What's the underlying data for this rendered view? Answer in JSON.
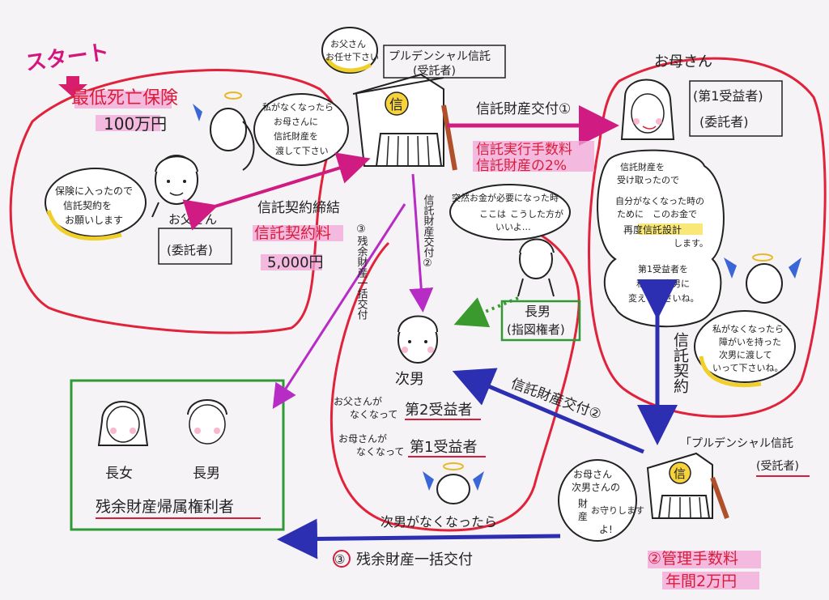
{
  "start": {
    "label": "スタート"
  },
  "insurance": {
    "line1": "最低死亡保険",
    "line2": "100万円"
  },
  "father": {
    "name": "お父さん",
    "role": "(委託者)",
    "speech": [
      "保険に入ったので",
      "信託契約を",
      "お願いします"
    ]
  },
  "father_angel": {
    "speech": [
      "私がなくなったら",
      "お母さんに",
      "信託財産を",
      "渡して下さい"
    ]
  },
  "trust_top": {
    "name": "プルデンシャル信託",
    "role": "(受託者)",
    "badge": "信",
    "speech": [
      "お父さん",
      "お任せ下さい"
    ]
  },
  "contract": {
    "label": "信託契約締結",
    "fee_label": "信託契約料",
    "fee_amount": "5,000円"
  },
  "transfer1": {
    "label": "信託財産交付①",
    "fee1": "信託実行手数料",
    "fee2": "信託財産の2%"
  },
  "mother": {
    "name": "お母さん",
    "role1": "(第1受益者)",
    "role2": "(委託者)",
    "speech": [
      "信託財産を",
      "受け取ったので",
      "自分がなくなった時の",
      "ために　このお金で",
      "再度信託設計",
      "します。",
      "第1受益者を",
      "私から次男に",
      "変えて下さいね。"
    ]
  },
  "mother_angel": {
    "speech": [
      "私がなくなったら",
      "障がいを持った",
      "次男に渡して",
      "いって下さいね。"
    ]
  },
  "eldest_son_top": {
    "name": "長男",
    "role": "(指図権者)",
    "speech": [
      "突然お金が必要になった時",
      "ここは",
      "こうした方が",
      "いいよ…"
    ]
  },
  "arrow_transfer2": {
    "label": "信託財産交付②"
  },
  "arrow_residual3": {
    "label": "③残余財産一括交付"
  },
  "second_son": {
    "name": "次男",
    "line1_pre": "お父さんが",
    "line1_pre2": "なくなって",
    "line1_role": "第2受益者",
    "line2_pre": "お母さんが",
    "line2_pre2": "なくなって",
    "line2_role": "第1受益者"
  },
  "trust_contract_vertical": {
    "label": "信託契約"
  },
  "transfer2_diag": {
    "label": "信託財産交付②"
  },
  "heirs": {
    "daughter": "長女",
    "son": "長男",
    "role": "残余財産帰属権利者"
  },
  "trust_bottom": {
    "name": "「プルデンシャル信託",
    "role": "(受託者)",
    "badge": "信",
    "speech": [
      "お母さん",
      "次男さんの",
      "財",
      "産",
      "お守りします",
      "よ!"
    ]
  },
  "management_fee": {
    "label": "②管理手数料",
    "amount": "年間2万円"
  },
  "bottom_arrow": {
    "condition": "次男がなくなったら",
    "num": "③",
    "label": "残余財産一括交付"
  }
}
